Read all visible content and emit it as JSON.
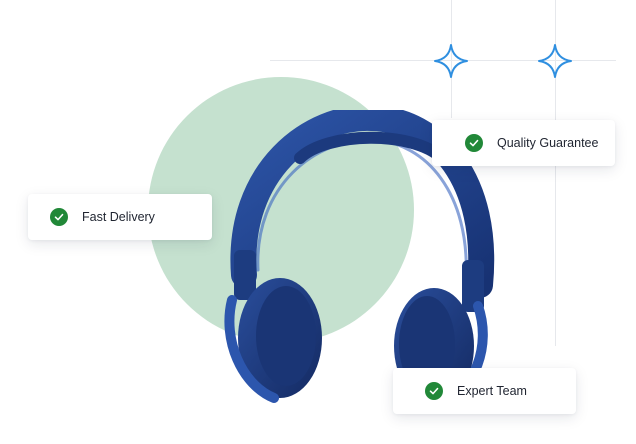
{
  "colors": {
    "circle": "#c5e1cf",
    "check_green": "#218838",
    "sparkle_blue": "#2f8fe0",
    "headphone_blue": "#1f3e86"
  },
  "icons": {
    "check": "check-circle-icon",
    "sparkle": "sparkle-icon",
    "product": "headphones-icon"
  },
  "features": [
    {
      "label": "Fast Delivery"
    },
    {
      "label": "Quality Guarantee"
    },
    {
      "label": "Expert Team"
    }
  ]
}
